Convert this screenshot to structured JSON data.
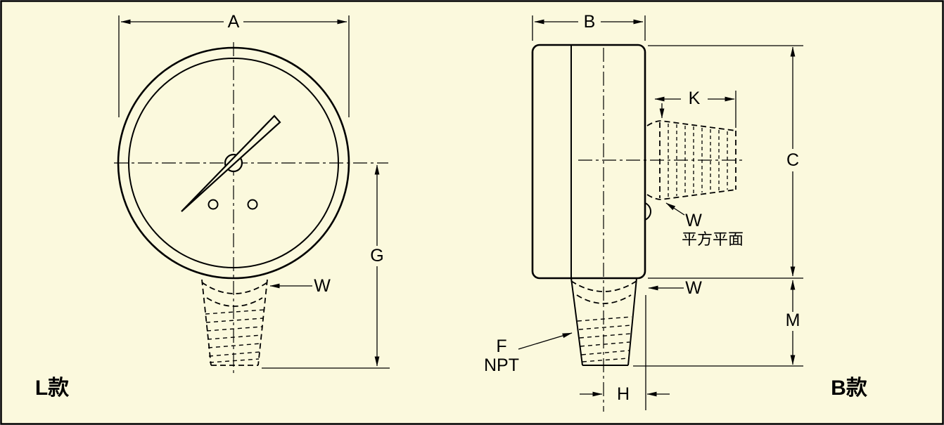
{
  "colors": {
    "background": "#FBF9DD",
    "line": "#000000"
  },
  "left_view": {
    "label": "L款",
    "dim_a": "A",
    "dim_g": "G",
    "dim_w": "W"
  },
  "right_view": {
    "label": "B款",
    "dim_b": "B",
    "dim_c": "C",
    "dim_k": "K",
    "dim_m": "M",
    "dim_h": "H",
    "dim_w_back": "W",
    "dim_w_bottom": "W",
    "flat_note": "平方平面",
    "thread_f": "F",
    "thread_npt": "NPT"
  }
}
